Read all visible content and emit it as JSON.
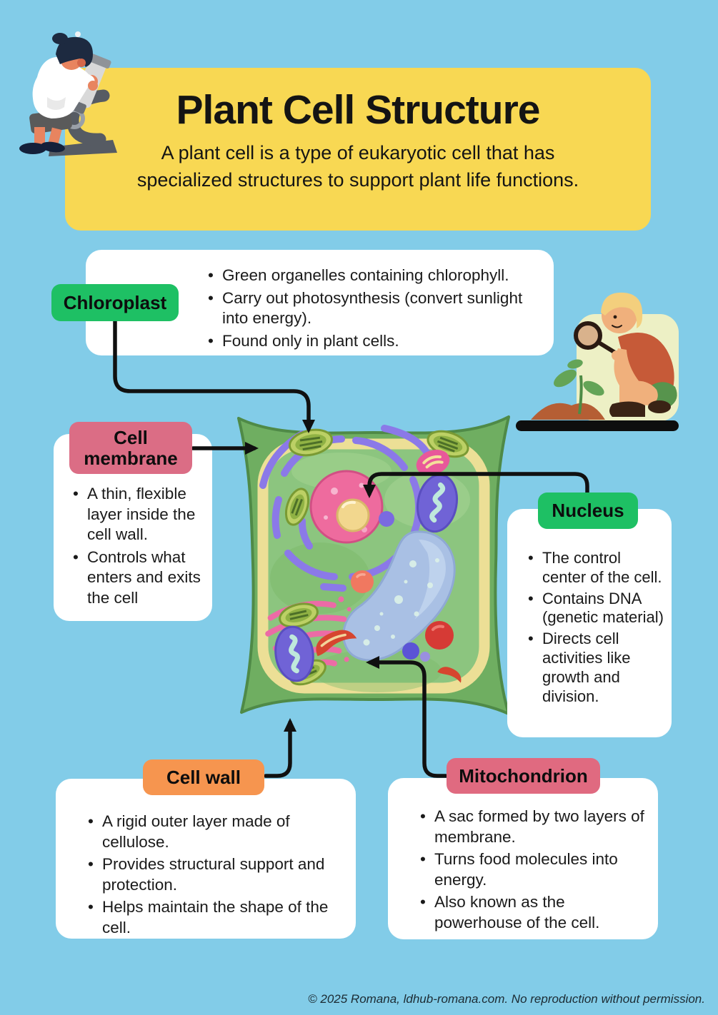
{
  "page": {
    "background_color": "#82cce8",
    "footer_text": "© 2025 Romana, ldhub-romana.com. No reproduction without permission."
  },
  "header": {
    "title": "Plant Cell Structure",
    "subtitle": "A plant cell is a type of eukaryotic cell that has specialized structures to support plant life functions.",
    "background_color": "#f8d853"
  },
  "sections": {
    "chloroplast": {
      "label": "Chloroplast",
      "label_color": "#1ec064",
      "bullets": [
        "Green organelles containing chlorophyll.",
        "Carry out photosynthesis (convert sunlight into energy).",
        "Found only in plant cells."
      ]
    },
    "cell_membrane": {
      "label": "Cell membrane",
      "label_color": "#db6d85",
      "bullets": [
        "A thin, flexible layer inside the cell wall.",
        "Controls what enters and exits the cell"
      ]
    },
    "nucleus": {
      "label": "Nucleus",
      "label_color": "#1ec064",
      "bullets": [
        "The control center of the cell.",
        "Contains DNA (genetic material)",
        "Directs cell activities like growth and division."
      ]
    },
    "cell_wall": {
      "label": "Cell wall",
      "label_color": "#f6954f",
      "bullets": [
        "A rigid outer layer made of cellulose.",
        "Provides structural support and protection.",
        "Helps maintain the shape of the cell."
      ]
    },
    "mitochondrion": {
      "label": "Mitochondrion",
      "label_color": "#e06a80",
      "bullets": [
        "A sac formed by two layers of membrane.",
        "Turns food molecules into energy.",
        "Also known as the powerhouse of the cell."
      ]
    }
  },
  "illustrations": {
    "scientist": "scientist-looking-through-microscope",
    "gardener": "child-examining-sprout-with-magnifying-glass",
    "cell": "plant-cell-3d-illustration"
  },
  "colors": {
    "arrow": "#101010",
    "card_background": "#ffffff"
  }
}
